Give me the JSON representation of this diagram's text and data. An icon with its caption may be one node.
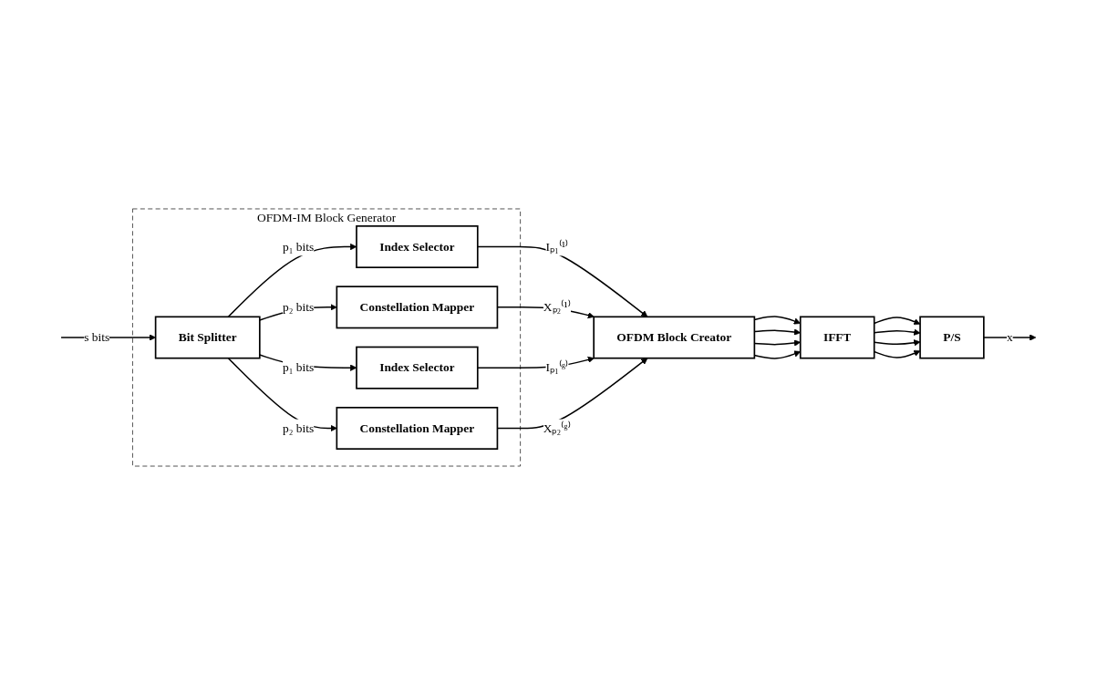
{
  "diagram": {
    "nodes": [
      {
        "text": [
          "OFDM-IM Block Generator"
        ]
      },
      {
        "text": [
          "Bit Splitter"
        ],
        "in": 0
      },
      {
        "text": [
          "Index Selector"
        ],
        "in": 0
      },
      {
        "text": [
          "Constellation Mapper"
        ],
        "in": 0
      },
      {
        "text": [
          "Index Selector"
        ],
        "in": 0
      },
      {
        "text": [
          "Constellation Mapper"
        ],
        "in": 0
      },
      {
        "text": [
          "OFDM Block Creator"
        ]
      },
      {
        "text": [
          "IFFT"
        ]
      },
      {
        "text": [
          "P/S"
        ]
      }
    ],
    "edges": [
      {
        "from": null,
        "to": 1,
        "arrow": "to",
        "label": "s bits"
      },
      {
        "from": 1,
        "to": 2,
        "arrow": "to",
        "label": "p₁ bits"
      },
      {
        "from": 1,
        "to": 3,
        "arrow": "to",
        "label": "p₂ bits"
      },
      {
        "from": 1,
        "to": 4,
        "arrow": "to",
        "label": "p₁ bits"
      },
      {
        "from": 1,
        "to": 5,
        "arrow": "to",
        "label": "p₂ bits"
      },
      {
        "from": 2,
        "to": 6,
        "arrow": "to",
        "label": "Iₚ₁⁽¹⁾"
      },
      {
        "from": 3,
        "to": 6,
        "arrow": "to",
        "label": "Xₚ₂⁽¹⁾"
      },
      {
        "from": 4,
        "to": 6,
        "arrow": "to",
        "label": "Iₚ₁⁽ᵍ⁾"
      },
      {
        "from": 5,
        "to": 6,
        "arrow": "to",
        "label": "Xₚ₂⁽ᵍ⁾"
      },
      {
        "from": 6,
        "to": 7,
        "arrow": "to"
      },
      {
        "from": 6,
        "to": 7,
        "arrow": "to"
      },
      {
        "from": 6,
        "to": 7,
        "arrow": "to"
      },
      {
        "from": 6,
        "to": 7,
        "arrow": "to"
      },
      {
        "from": 7,
        "to": 8,
        "arrow": "to"
      },
      {
        "from": 7,
        "to": 8,
        "arrow": "to"
      },
      {
        "from": 7,
        "to": 8,
        "arrow": "to"
      },
      {
        "from": 7,
        "to": 8,
        "arrow": "to"
      },
      {
        "from": 8,
        "to": null,
        "arrow": "to",
        "label": "x"
      }
    ]
  }
}
